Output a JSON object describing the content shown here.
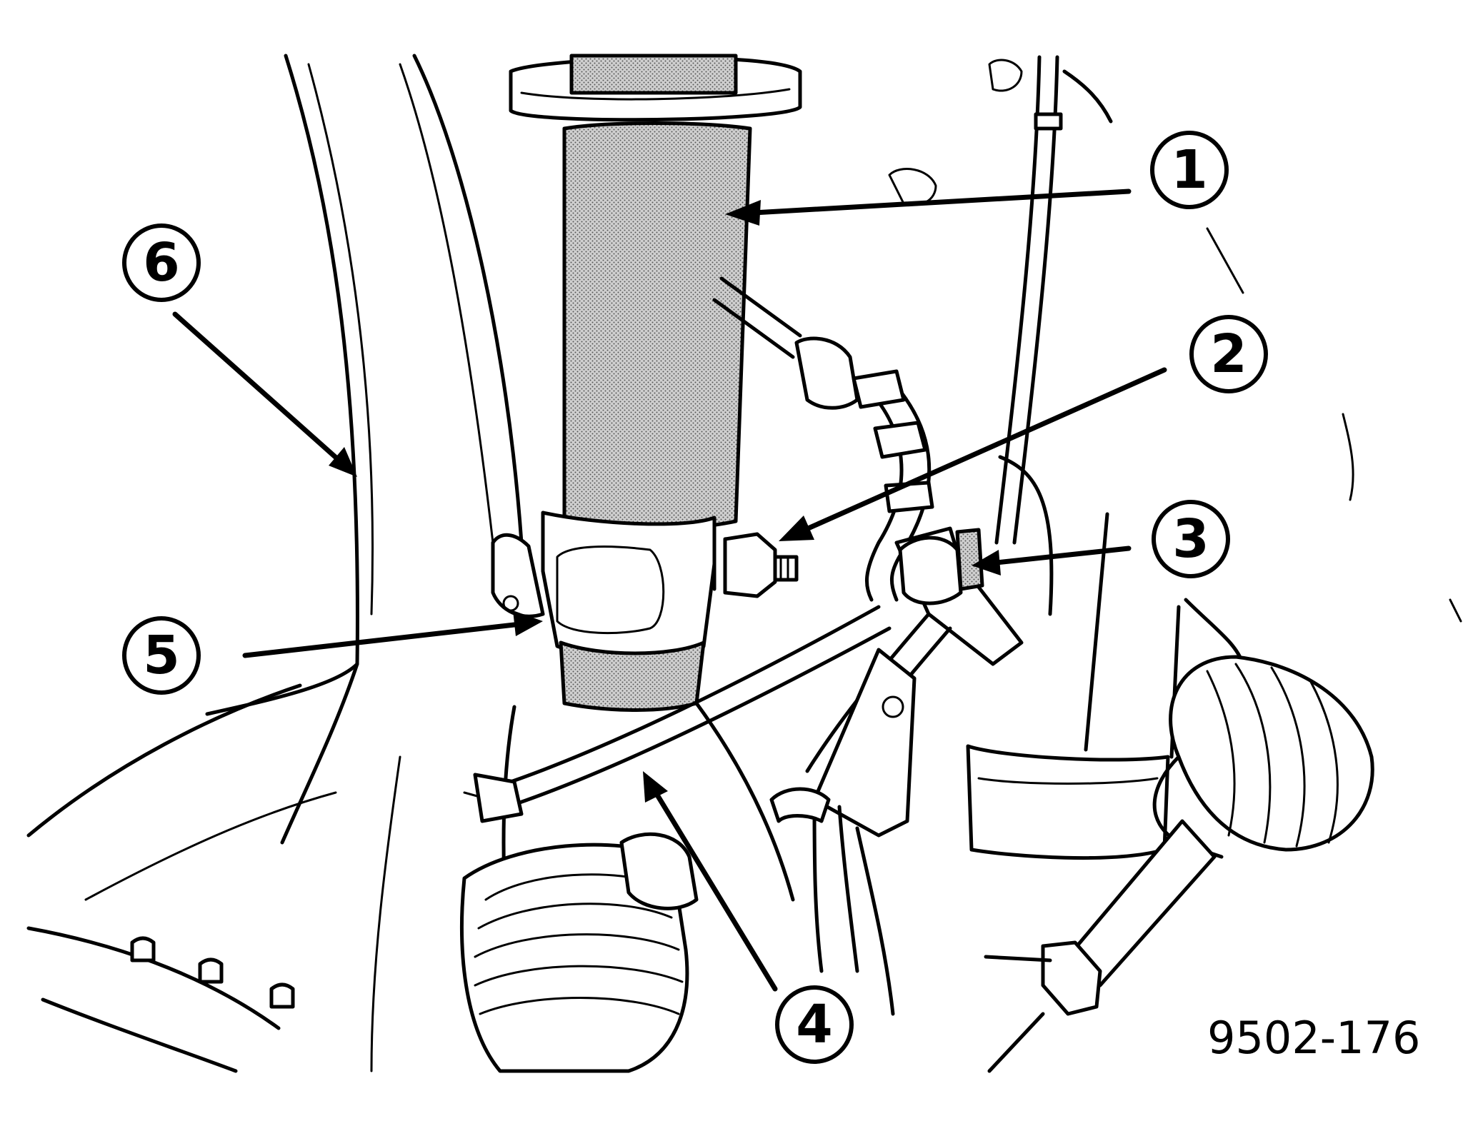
{
  "callouts": {
    "c1": "1",
    "c2": "2",
    "c3": "3",
    "c4": "4",
    "c5": "5",
    "c6": "6"
  },
  "figure_id": "9502-176"
}
